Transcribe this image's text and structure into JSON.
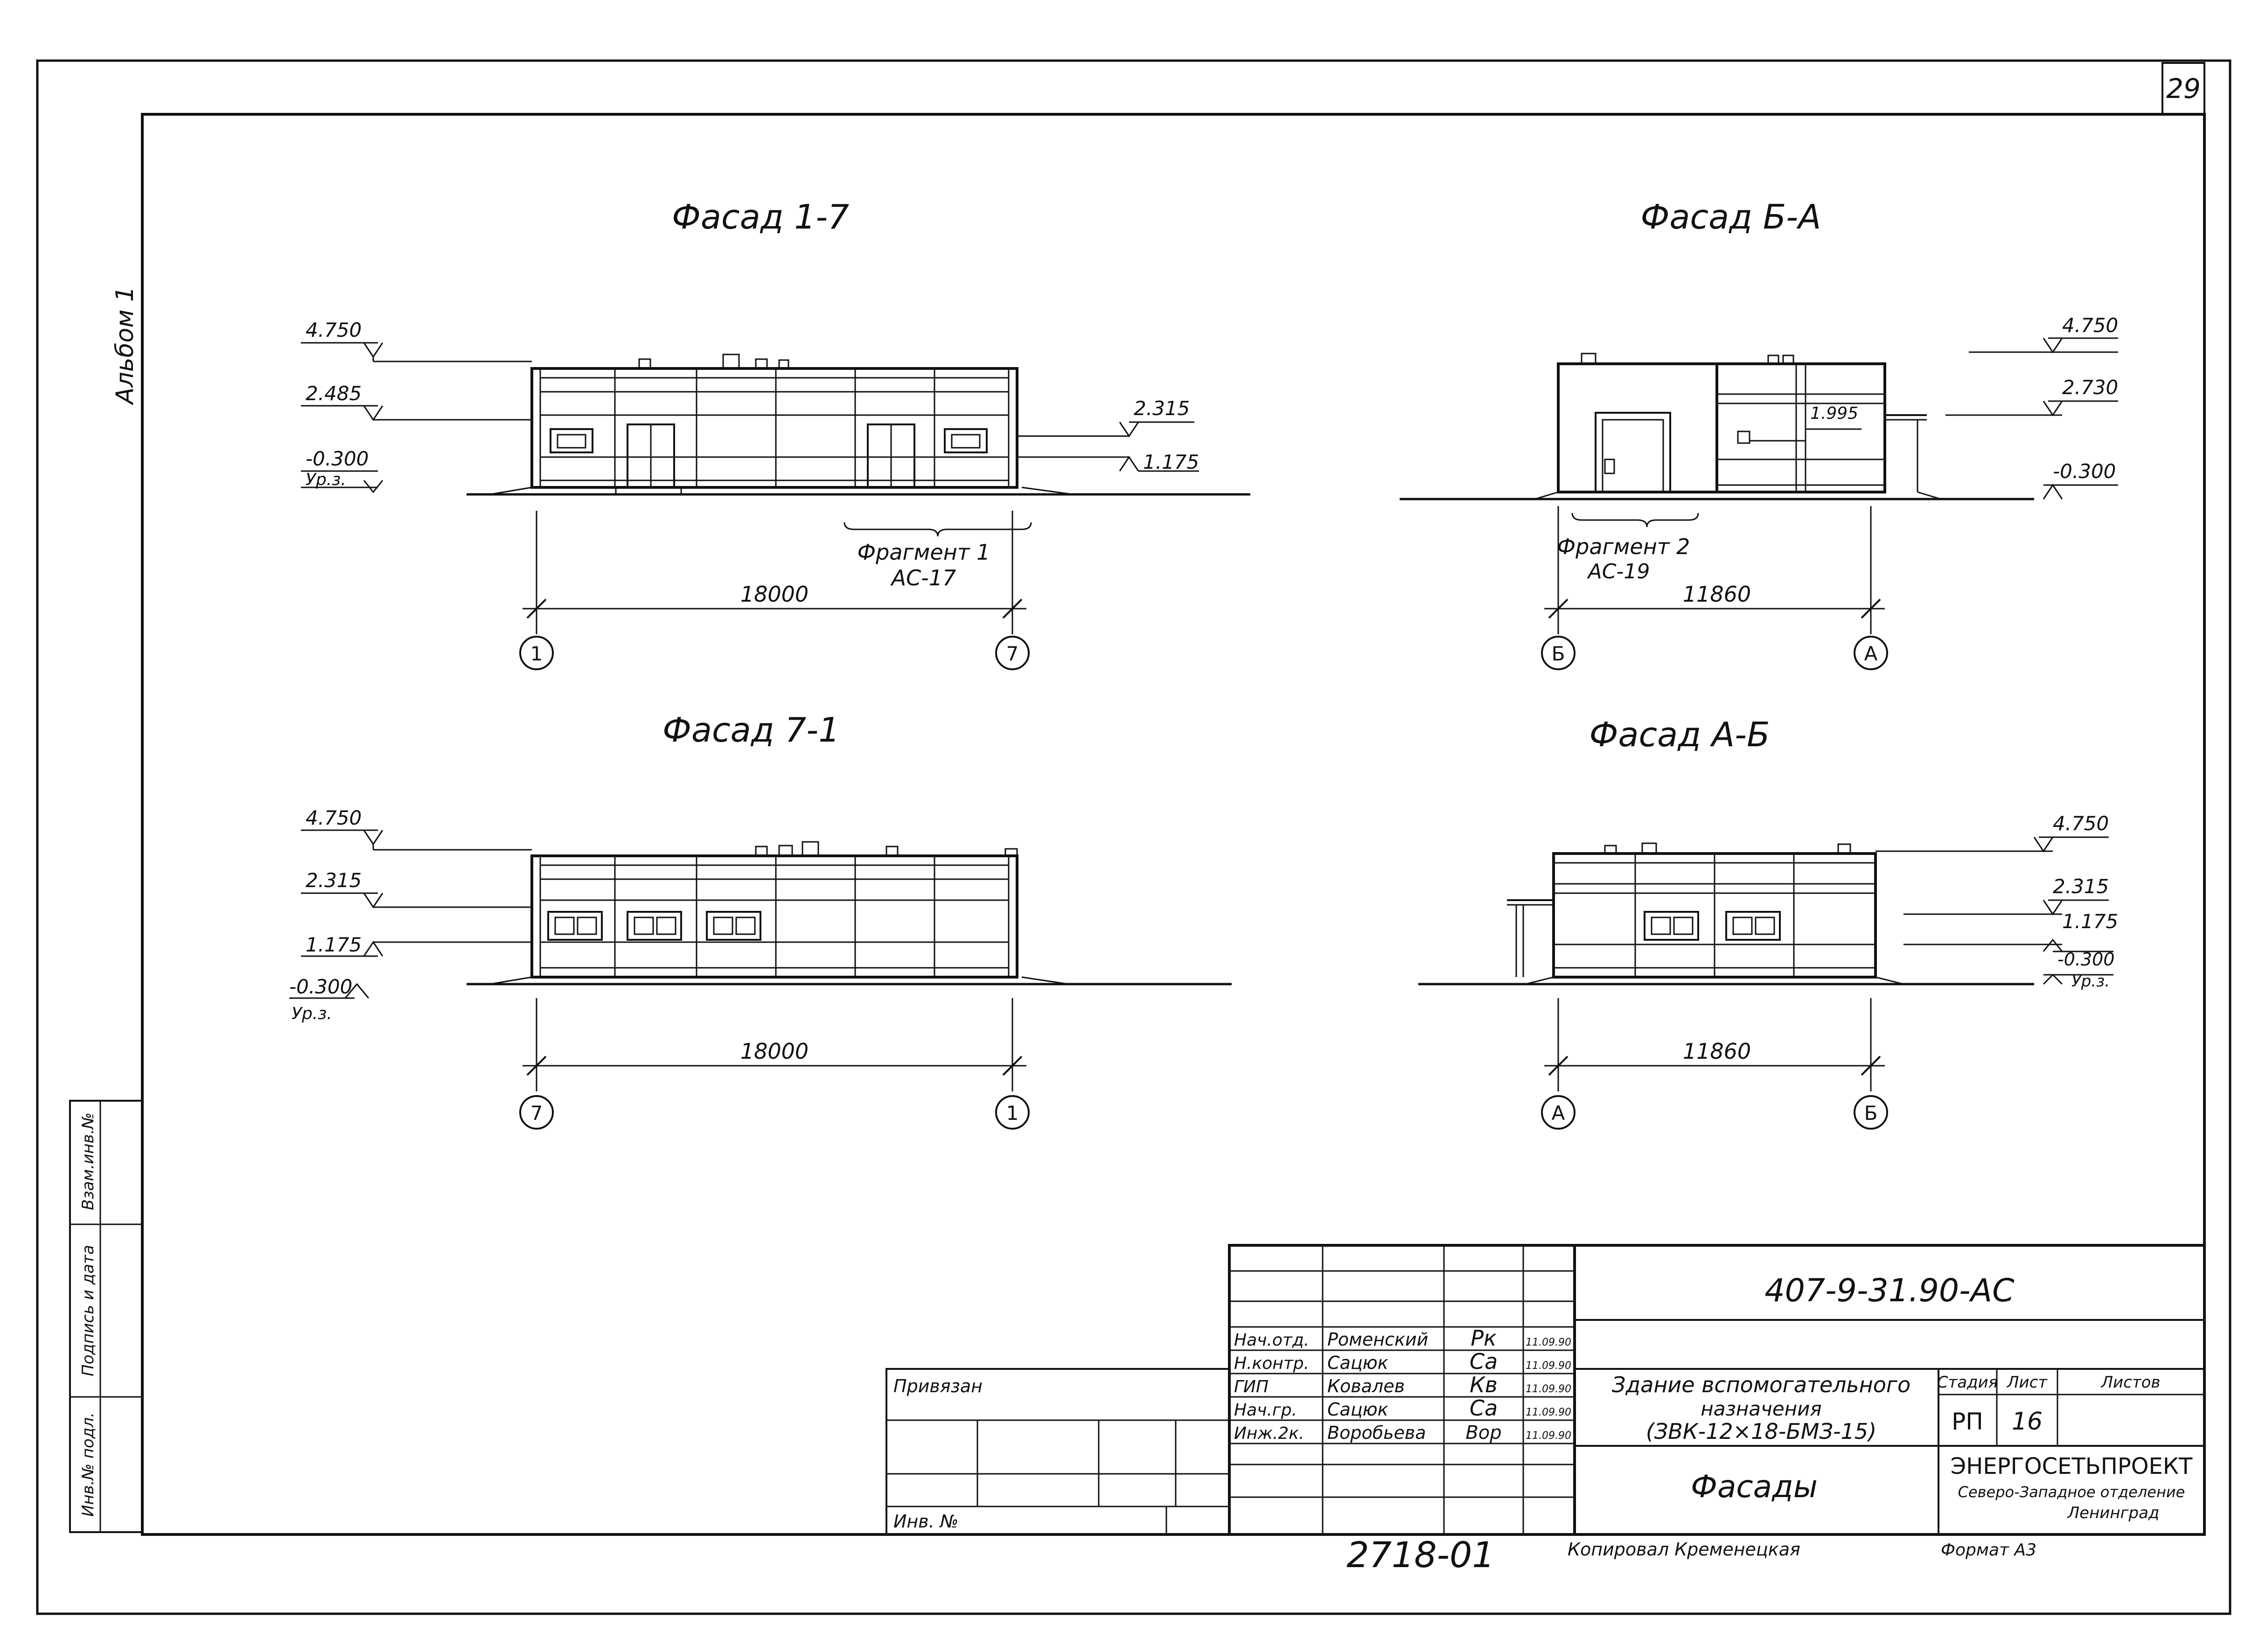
{
  "sheet": {
    "page_number": "29",
    "album_label": "Альбом 1"
  },
  "facades": [
    {
      "title": "Фасад 1-7",
      "levels_left": [
        "4.750",
        "2.485",
        "-0.300",
        "Ур.з."
      ],
      "levels_right": [
        "2.315",
        "1.175"
      ],
      "fragment": [
        "Фрагмент 1",
        "АС-17"
      ],
      "dimension": "18000",
      "axes": [
        "1",
        "7"
      ]
    },
    {
      "title": "Фасад Б-А",
      "levels_right": [
        "4.750",
        "2.730",
        "-0.300"
      ],
      "inner_level": "1.995",
      "fragment": [
        "Фрагмент 2",
        "АС-19"
      ],
      "dimension": "11860",
      "axes": [
        "Б",
        "А"
      ]
    },
    {
      "title": "Фасад 7-1",
      "levels_left": [
        "4.750",
        "2.315",
        "1.175",
        "-0.300",
        "Ур.з."
      ],
      "dimension": "18000",
      "axes": [
        "7",
        "1"
      ]
    },
    {
      "title": "Фасад А-Б",
      "levels_right": [
        "4.750",
        "2.315",
        "1.175",
        "-0.300",
        "Ур.з."
      ],
      "dimension": "11860",
      "axes": [
        "А",
        "Б"
      ]
    }
  ],
  "stamp": {
    "code": "407-9-31.90-АС",
    "roles": [
      {
        "role": "Нач.отд.",
        "name": "Роменский",
        "date": "11.09.90"
      },
      {
        "role": "Н.контр.",
        "name": "Сацюк",
        "date": "11.09.90"
      },
      {
        "role": "ГИП",
        "name": "Ковалев",
        "date": "11.09.90"
      },
      {
        "role": "Нач.гр.",
        "name": "Сацюк",
        "date": "11.09.90"
      },
      {
        "role": "Инж.2к.",
        "name": "Воробьева",
        "date": "11.09.90"
      }
    ],
    "signatures": [
      "Рк",
      "Са",
      "Кв",
      "Са",
      "Вор"
    ],
    "object_name": [
      "Здание вспомогательного",
      "назначения",
      "(ЗВК-12×18-БМЗ-15)"
    ],
    "sheet_title": "Фасады",
    "stage_header": "Стадия",
    "sheet_header": "Лист",
    "sheets_header": "Листов",
    "stage": "РП",
    "sheet_no": "16",
    "org": [
      "ЭНЕРГОСЕТЬПРОЕКТ",
      "Северо-Западное отделение",
      "Ленинград"
    ],
    "privyazan": "Привязан",
    "inv_no": "Инв. №",
    "side_cells": [
      "Взам.инв.№",
      "Подпись и дата",
      "Инв.№ подл."
    ],
    "archive_no": "2718-01",
    "copied_by": "Копировал Кременецкая",
    "format": "Формат А3"
  }
}
